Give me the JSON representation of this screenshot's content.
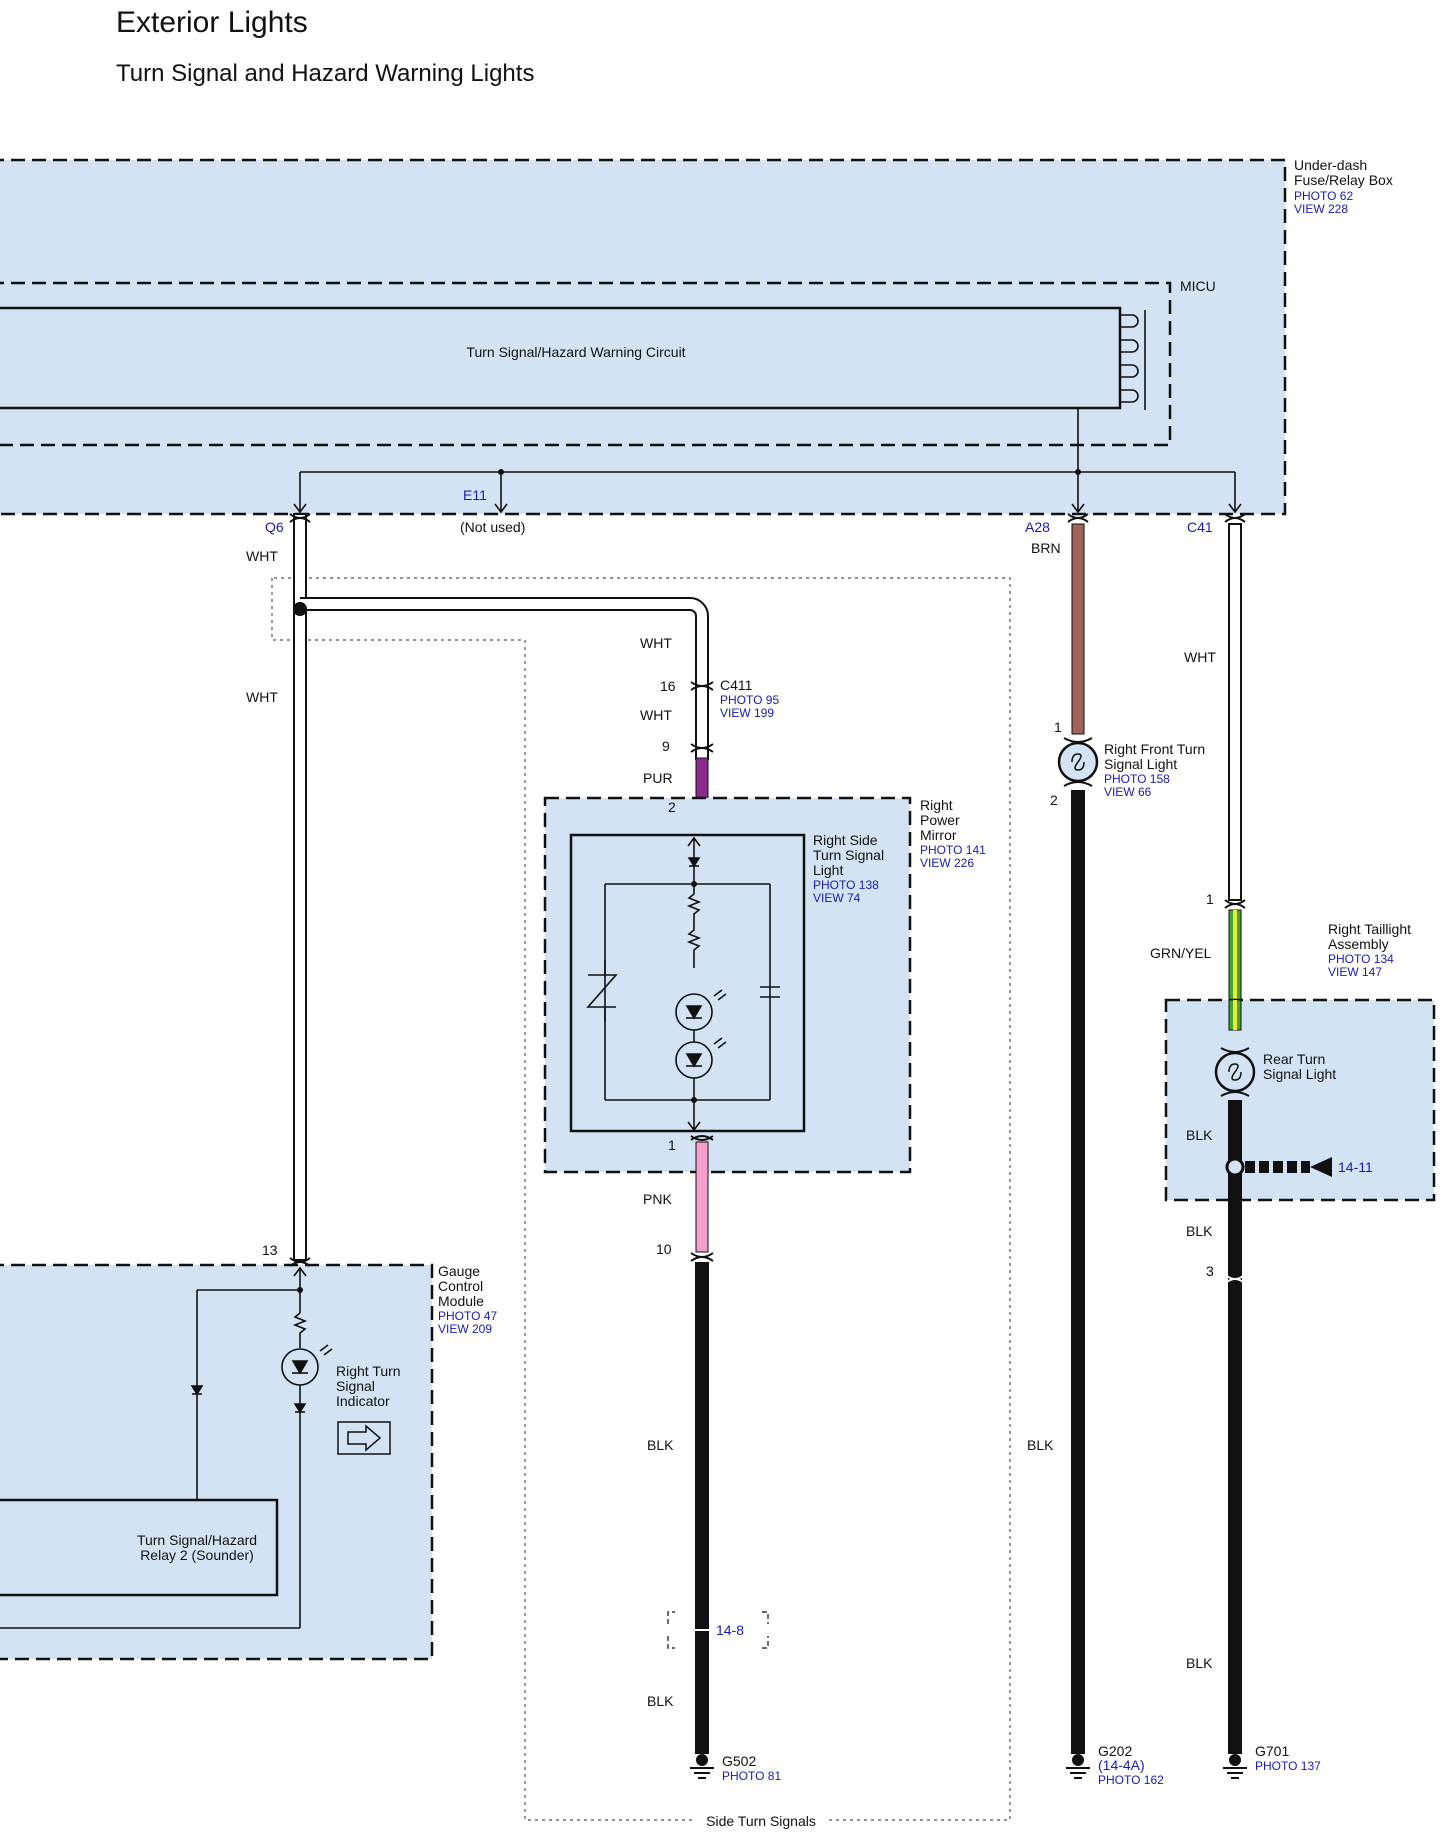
{
  "header": {
    "title": "Exterior Lights",
    "subtitle": "Turn Signal and Hazard Warning Lights"
  },
  "fuse_box": {
    "name_line1": "Under-dash",
    "name_line2": "Fuse/Relay Box",
    "photo": "PHOTO 62",
    "view": "VIEW 228"
  },
  "micu": {
    "label": "MICU",
    "circuit_label": "Turn Signal/Hazard Warning Circuit"
  },
  "terminals": {
    "q6": "Q6",
    "e11": "E11",
    "e11_note": "(Not used)",
    "a28": "A28",
    "c41": "C41"
  },
  "wires": {
    "wht_q6_top": "WHT",
    "wht_q6_mid": "WHT",
    "wht_branch": "WHT",
    "wht_c411": "WHT",
    "pur": "PUR",
    "pnk": "PNK",
    "blk_side_1": "BLK",
    "blk_side_2": "BLK",
    "brn": "BRN",
    "blk_front": "BLK",
    "wht_c41": "WHT",
    "grn_yel": "GRN/YEL",
    "blk_rear_1": "BLK",
    "blk_rear_2": "BLK",
    "blk_rear_3": "BLK"
  },
  "connector_c411": {
    "name": "C411",
    "photo": "PHOTO 95",
    "view": "VIEW 199",
    "pin_16": "16",
    "pin_9": "9"
  },
  "side_mirror": {
    "mirror_line1": "Right",
    "mirror_line2": "Power",
    "mirror_line3": "Mirror",
    "mirror_photo": "PHOTO 141",
    "mirror_view": "VIEW 226",
    "light_line1": "Right Side",
    "light_line2": "Turn Signal",
    "light_line3": "Light",
    "light_photo": "PHOTO 138",
    "light_view": "VIEW 74",
    "pin_2": "2",
    "pin_1": "1",
    "pin_10": "10"
  },
  "front_light": {
    "line1": "Right Front Turn",
    "line2": "Signal Light",
    "photo": "PHOTO 158",
    "view": "VIEW 66",
    "pin_1": "1",
    "pin_2": "2"
  },
  "taillight": {
    "assembly_line1": "Right Taillight",
    "assembly_line2": "Assembly",
    "photo": "PHOTO 134",
    "view": "VIEW 147",
    "light_line1": "Rear Turn",
    "light_line2": "Signal Light",
    "pin_1": "1",
    "pin_3": "3",
    "ground_ref": "14-11"
  },
  "gauge": {
    "line1": "Gauge",
    "line2": "Control",
    "line3": "Module",
    "photo": "PHOTO 47",
    "view": "VIEW 209",
    "pin_13": "13",
    "indicator_line1": "Right Turn",
    "indicator_line2": "Signal",
    "indicator_line3": "Indicator",
    "relay_line1": "Turn Signal/Hazard",
    "relay_line2": "Relay 2 (Sounder)"
  },
  "side_group_label": "Side Turn Signals",
  "side_ref": "14-8",
  "grounds": {
    "g502": "G502",
    "g502_photo": "PHOTO 81",
    "g202": "G202",
    "g202_ref": "(14-4A)",
    "g202_photo": "PHOTO 162",
    "g701": "G701",
    "g701_photo": "PHOTO 137"
  },
  "colors": {
    "box_fill": "#d3e3f3",
    "wire_brn": "#a0645a",
    "wire_pur": "#8a2a8a",
    "wire_pnk": "#f5a0cc",
    "wire_grn": "#3aa832",
    "wire_yel": "#f0e830",
    "ref_blue": "#1a1ab4"
  }
}
